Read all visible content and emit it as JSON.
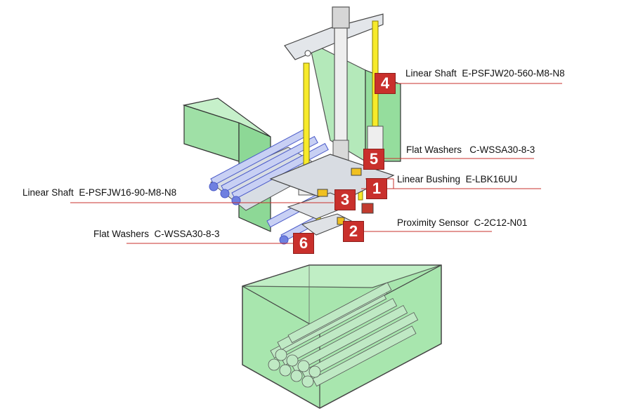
{
  "callouts": [
    {
      "number": "4",
      "part": "Linear Shaft",
      "code": "E-PSFJW20-560-M8-N8"
    },
    {
      "number": "5",
      "part": "Flat Washers",
      "code": "C-WSSA30-8-3"
    },
    {
      "number": "1",
      "part": "Linear Bushing",
      "code": "E-LBK16UU"
    },
    {
      "number": "3",
      "part": "Linear Shaft",
      "code": "E-PSFJW16-90-M8-N8"
    },
    {
      "number": "2",
      "part": "Proximity Sensor",
      "code": "C-2C12-N01"
    },
    {
      "number": "6",
      "part": "Flat Washers",
      "code": "C-WSSA30-8-3"
    }
  ],
  "colors": {
    "badge": "#c9302c",
    "leader": "#c9302c",
    "guard_green": "#7fd88a",
    "shaft_yellow": "#f7ea2a",
    "pipe_blue": "#5b6fd6"
  }
}
